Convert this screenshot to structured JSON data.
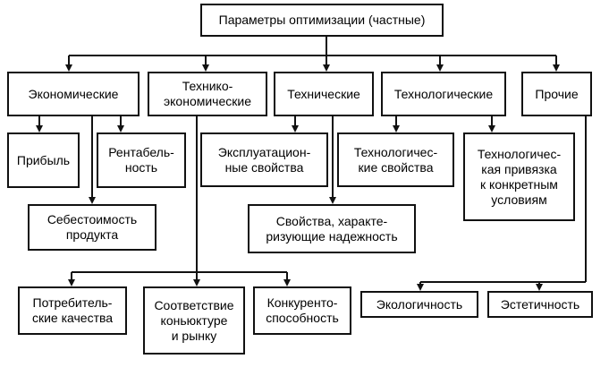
{
  "diagram": {
    "root": {
      "label": "Параметры оптимизации (частные)"
    },
    "categories": [
      {
        "label": "Экономические"
      },
      {
        "label": "Технико-\nэкономические"
      },
      {
        "label": "Технические"
      },
      {
        "label": "Технологические"
      },
      {
        "label": "Прочие"
      }
    ],
    "leaves": {
      "profit": "Прибыль",
      "profitability": "Рентабель-\nность",
      "cost": "Себестоимость\nпродукта",
      "operational": "Эксплуатацион-\nные свойства",
      "reliability": "Свойства, характе-\nризующие надежность",
      "tech_props": "Технологичес-\nкие свойства",
      "tech_binding": "Технологичес-\nкая привязка\nк конкретным\nусловиям",
      "consumer": "Потребитель-\nские качества",
      "market": "Соответствие\nконьюктуре\nи рынку",
      "competitive": "Конкуренто-\nспособность",
      "ecology": "Экологичность",
      "aesthetics": "Эстетичность"
    },
    "colors": {
      "line": "#111111",
      "box_border": "#111111",
      "text": "#000000",
      "background": "#ffffff"
    }
  }
}
